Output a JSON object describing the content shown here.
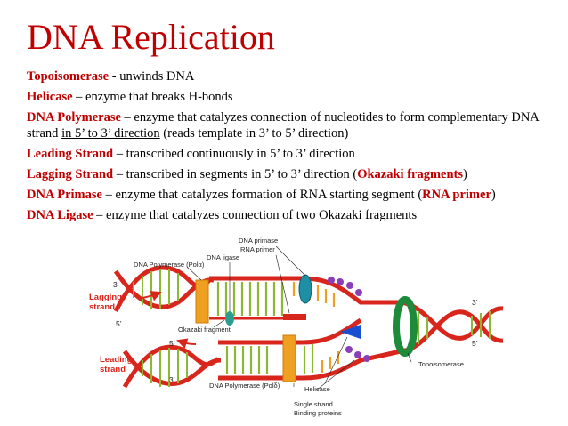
{
  "slide": {
    "title": "DNA Replication",
    "lines": [
      {
        "term": "Topoisomerase",
        "text": " - unwinds DNA"
      },
      {
        "term": "Helicase",
        "text": " – enzyme that breaks H-bonds"
      },
      {
        "term": "DNA Polymerase",
        "text_a": " – enzyme that catalyzes connection of nucleotides to form complementary DNA strand ",
        "text_u": "in 5’ to 3’ direction",
        "text_b": " (reads template in 3’ to 5’ direction)"
      },
      {
        "term": "Leading Strand",
        "text": " – transcribed continuously in 5’ to 3’ direction"
      },
      {
        "term": "Lagging Strand",
        "text_a": " – transcribed in segments in 5’ to 3’ direction (",
        "term2": "Okazaki fragments",
        "text_b": ")"
      },
      {
        "term": "DNA Primase",
        "text_a": " – enzyme that catalyzes formation of RNA starting segment (",
        "term2": "RNA primer",
        "text_b": ")"
      },
      {
        "term": "DNA Ligase",
        "text": " – enzyme that catalyzes connection of two Okazaki fragments"
      }
    ]
  },
  "diagram": {
    "labels": {
      "dna_primase": "DNA primase",
      "rna_primer": "RNA primer",
      "dna_polymerase_alpha": "DNA Polymerase (Polα)",
      "dna_ligase": "DNA ligase",
      "okazaki_fragment": "Okazaki fragment",
      "dna_polymerase_delta": "DNA Polymerase (Polδ)",
      "helicase": "Helicase",
      "ssb_line1": "Single strand",
      "ssb_line2": "Binding proteins",
      "topoisomerase": "Topoisomerase",
      "lagging_line1": "Lagging",
      "lagging_line2": "strand",
      "leading_line1": "Leading",
      "leading_line2": "strand"
    },
    "ends": {
      "lag_top": "3’",
      "lag_bottom": "5’",
      "lead_top": "5’",
      "lead_bottom": "3’",
      "right_top": "3’",
      "right_bottom": "5’"
    }
  }
}
